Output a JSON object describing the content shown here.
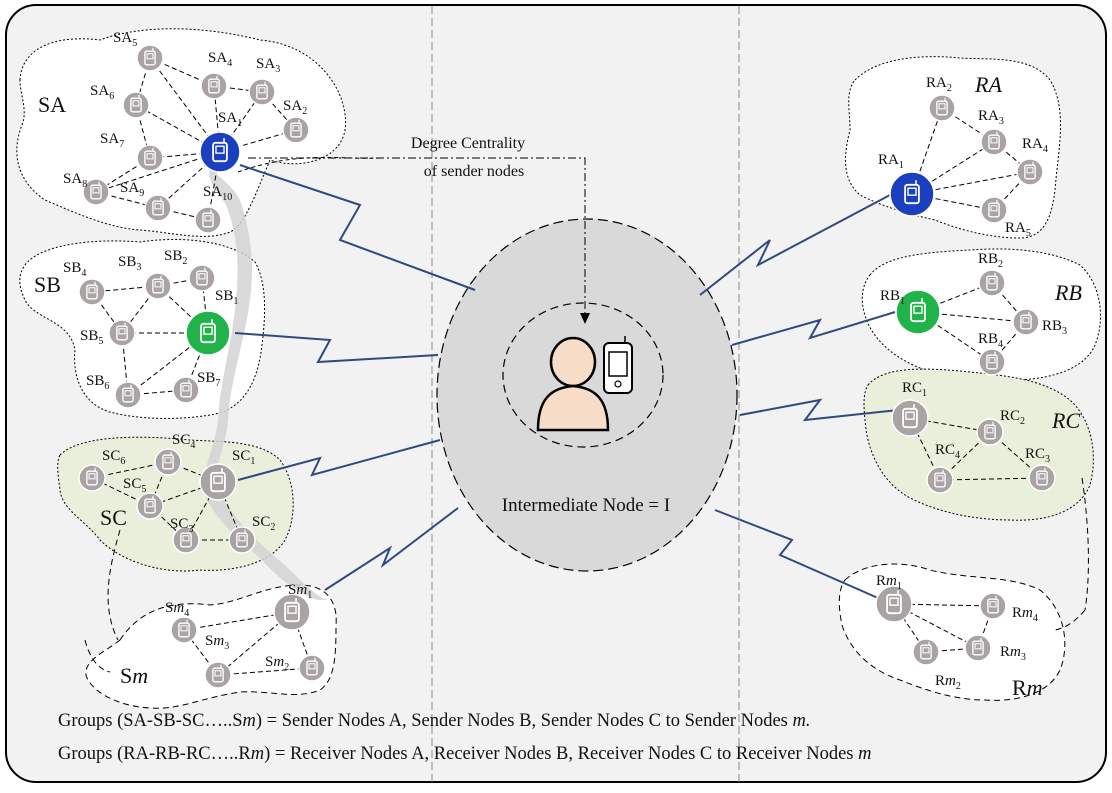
{
  "center": {
    "label": "Intermediate Node = I",
    "annotation_line1": "Degree Centrality",
    "annotation_line2": "of sender nodes"
  },
  "groups": {
    "SA": {
      "label": "SA",
      "nodes": [
        "SA1",
        "SA2",
        "SA3",
        "SA4",
        "SA5",
        "SA6",
        "SA7",
        "SA8",
        "SA9",
        "SA10"
      ],
      "hub_color": "#1b3fbf"
    },
    "SB": {
      "label": "SB",
      "nodes": [
        "SB1",
        "SB2",
        "SB3",
        "SB4",
        "SB5",
        "SB6",
        "SB7"
      ],
      "hub_color": "#22b24a"
    },
    "SC": {
      "label": "SC",
      "nodes": [
        "SC1",
        "SC2",
        "SC3",
        "SC4",
        "SC5",
        "SC6"
      ]
    },
    "Sm": {
      "label": "Sm",
      "nodes": [
        "Sm1",
        "Sm2",
        "Sm3",
        "Sm4"
      ]
    },
    "RA": {
      "label": "RA",
      "nodes": [
        "RA1",
        "RA2",
        "RA3",
        "RA4",
        "RA5"
      ],
      "hub_color": "#1b3fbf"
    },
    "RB": {
      "label": "RB",
      "nodes": [
        "RB1",
        "RB2",
        "RB3",
        "RB4"
      ],
      "hub_color": "#22b24a"
    },
    "RC": {
      "label": "RC",
      "nodes": [
        "RC1",
        "RC2",
        "RC3",
        "RC4"
      ]
    },
    "Rm": {
      "label": "Rm",
      "nodes": [
        "Rm1",
        "Rm2",
        "Rm3",
        "Rm4"
      ]
    }
  },
  "legend": {
    "line1_a": "Groups (SA-SB-SC…..",
    "line1_b": "S",
    "line1_c": "m",
    "line1_d": ") = Sender Nodes A, Sender Nodes B, Sender Nodes C to Sender Nodes ",
    "line1_e": "m.",
    "line2_a": "Groups (RA-RB-RC…..R",
    "line2_b": "m",
    "line2_c": ") = Receiver Nodes A, Receiver Nodes B, Receiver Nodes C to Receiver Nodes ",
    "line2_d": "m"
  },
  "colors": {
    "node_gray": "#a9a3a3",
    "hub_blue": "#1b3fbf",
    "hub_green": "#22b24a",
    "sc_fill": "#eaefdc",
    "rc_fill": "#eaefdc",
    "center_fill": "#d9d9d9",
    "link_blue": "#2f4a7e",
    "person_skin": "#f7dcc8"
  }
}
